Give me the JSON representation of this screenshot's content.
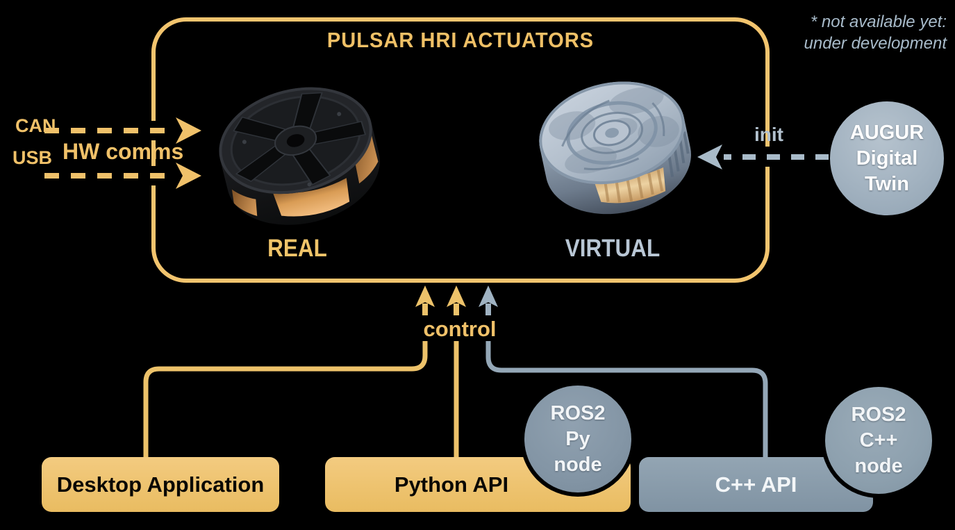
{
  "disclaimer": {
    "line1": "* not available yet:",
    "line2": "under development"
  },
  "actuator_box": {
    "title": "PULSAR HRI ACTUATORS",
    "real_label": "REAL",
    "virtual_label": "VIRTUAL"
  },
  "hw_comms": {
    "can": "CAN",
    "usb": "USB",
    "label": "HW comms"
  },
  "init": {
    "label": "init"
  },
  "augur": {
    "lines": [
      "AUGUR",
      "Digital",
      "Twin"
    ]
  },
  "control": {
    "label": "control"
  },
  "apps": {
    "desktop_label": "Desktop Application",
    "python_label": "Python API",
    "cpp_label": "C++ API"
  },
  "ros2": {
    "py_node": {
      "lines": [
        "ROS2",
        "Py",
        "node"
      ]
    },
    "cpp_node": {
      "lines": [
        "ROS2",
        "C++",
        "node"
      ]
    }
  },
  "colors": {
    "background": "#000000",
    "gold": "#f2c46e",
    "gold_text": "#f0c169",
    "gold_box_fill": "#edc26a",
    "blue_gray_box": "#8799a8",
    "blue_gray_circle": "#8596a6",
    "light_blue_text": "#b9c7d5",
    "init_arrow": "#a9bbc9",
    "white_text": "#f2f5f7"
  }
}
